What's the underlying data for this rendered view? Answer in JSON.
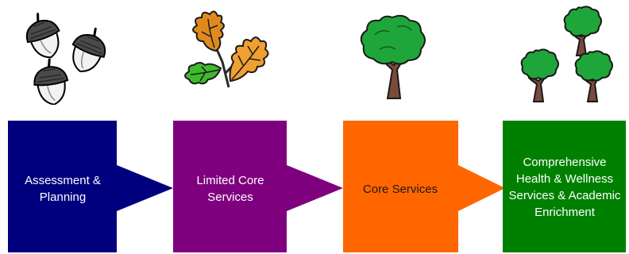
{
  "stages": [
    {
      "label": "Assessment & Planning",
      "icon": "acorns-icon",
      "color": "#00007f",
      "text_color": "#ffffff"
    },
    {
      "label": "Limited Core Services",
      "icon": "oak-leaves-icon",
      "color": "#7f007f",
      "text_color": "#ffffff"
    },
    {
      "label": "Core Services",
      "icon": "single-tree-icon",
      "color": "#ff6600",
      "text_color": "#1a1a1a"
    },
    {
      "label": "Comprehensive Health & Wellness Services & Academic Enrichment",
      "icon": "three-trees-icon",
      "color": "#008000",
      "text_color": "#ffffff"
    }
  ]
}
